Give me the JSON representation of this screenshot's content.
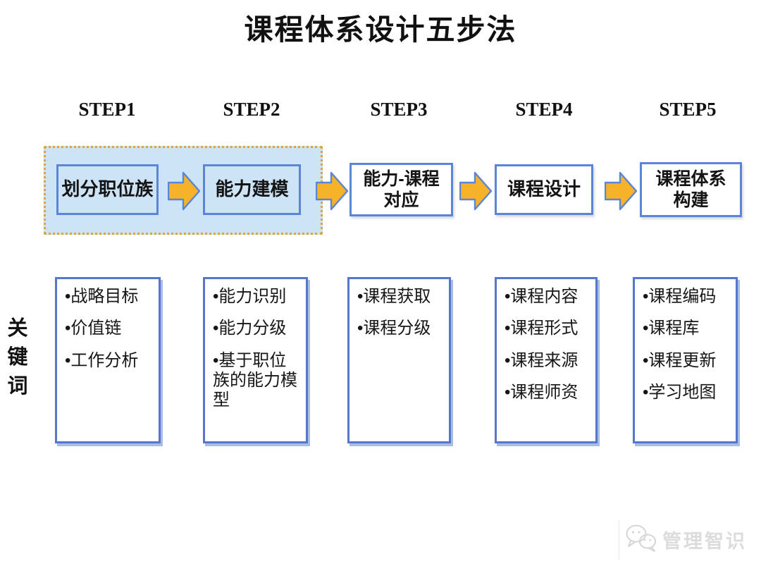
{
  "title": "课程体系设计五步法",
  "steps": [
    {
      "label": "STEP1",
      "box": "划分职位族"
    },
    {
      "label": "STEP2",
      "box": "能力建模"
    },
    {
      "label": "STEP3",
      "box": "能力-课程\n对应"
    },
    {
      "label": "STEP4",
      "box": "课程设计"
    },
    {
      "label": "STEP5",
      "box": "课程体系\n构建"
    }
  ],
  "keywords_label": "关键词",
  "keywords": [
    {
      "items": [
        "•战略目标",
        "•价值链",
        "•工作分析"
      ]
    },
    {
      "items": [
        "•能力识别",
        "•能力分级",
        "•基于职位族的能力模型"
      ]
    },
    {
      "items": [
        "•课程获取",
        "•课程分级"
      ]
    },
    {
      "items": [
        "•课程内容",
        "•课程形式",
        "•课程来源",
        "•课程师资"
      ]
    },
    {
      "items": [
        "•课程编码",
        "•课程库",
        "•课程更新",
        "•学习地图"
      ]
    }
  ],
  "watermark": {
    "text": "管理智识",
    "icon": "wechat-icon"
  },
  "colors": {
    "light_blue_fill": "#CDE4F7",
    "box_border_blue": "#5B85D6",
    "keyword_box_border": "#5578CD",
    "keyword_box_shadow": "#A9BCE4",
    "arrow_gold": "#F6B32A",
    "dotted_border_gold": "#D9A63C",
    "watermark_gray": "#DCDCDC",
    "text_black": "#111111"
  }
}
